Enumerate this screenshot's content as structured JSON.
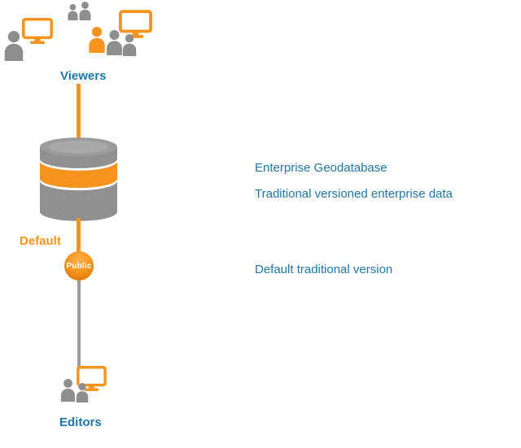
{
  "diagram": {
    "viewers": {
      "label": "Viewers"
    },
    "editors": {
      "label": "Editors"
    },
    "default_version": {
      "label": "Default"
    },
    "public_version": {
      "label": "Public"
    },
    "annotations": [
      {
        "text": "Enterprise Geodatabase"
      },
      {
        "text": "Traditional versioned enterprise data"
      },
      {
        "text": "Default traditional version"
      }
    ],
    "colors": {
      "orange": "#F7941E",
      "gray": "#8E8E8E",
      "blue": "#1F77A8",
      "cylinder_gray": "#909090"
    }
  }
}
